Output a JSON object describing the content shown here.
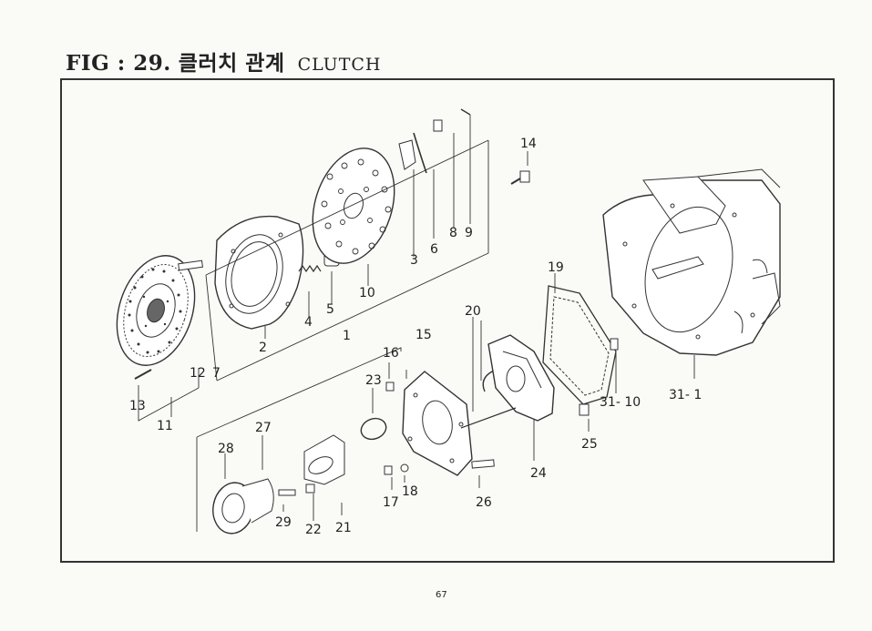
{
  "header": {
    "fig_prefix": "FIG : 29.",
    "korean_title": "클러치 관계",
    "english_title": "CLUTCH"
  },
  "callouts": [
    {
      "id": "c1",
      "label": "1"
    },
    {
      "id": "c2",
      "label": "2"
    },
    {
      "id": "c3",
      "label": "3"
    },
    {
      "id": "c4",
      "label": "4"
    },
    {
      "id": "c5",
      "label": "5"
    },
    {
      "id": "c6",
      "label": "6"
    },
    {
      "id": "c7",
      "label": "7"
    },
    {
      "id": "c8",
      "label": "8"
    },
    {
      "id": "c9",
      "label": "9"
    },
    {
      "id": "c10",
      "label": "10"
    },
    {
      "id": "c11",
      "label": "11"
    },
    {
      "id": "c12",
      "label": "12"
    },
    {
      "id": "c13",
      "label": "13"
    },
    {
      "id": "c14",
      "label": "14"
    },
    {
      "id": "c15",
      "label": "15"
    },
    {
      "id": "c16",
      "label": "16"
    },
    {
      "id": "c17",
      "label": "17"
    },
    {
      "id": "c18",
      "label": "18"
    },
    {
      "id": "c19",
      "label": "19"
    },
    {
      "id": "c20",
      "label": "20"
    },
    {
      "id": "c21",
      "label": "21"
    },
    {
      "id": "c22",
      "label": "22"
    },
    {
      "id": "c23",
      "label": "23"
    },
    {
      "id": "c24",
      "label": "24"
    },
    {
      "id": "c25",
      "label": "25"
    },
    {
      "id": "c26",
      "label": "26"
    },
    {
      "id": "c27",
      "label": "27"
    },
    {
      "id": "c28",
      "label": "28"
    },
    {
      "id": "c29",
      "label": "29"
    },
    {
      "id": "c31-1",
      "label": "31- 1"
    },
    {
      "id": "c31-10",
      "label": "31- 10"
    }
  ],
  "footer": {
    "page_number": "67"
  }
}
